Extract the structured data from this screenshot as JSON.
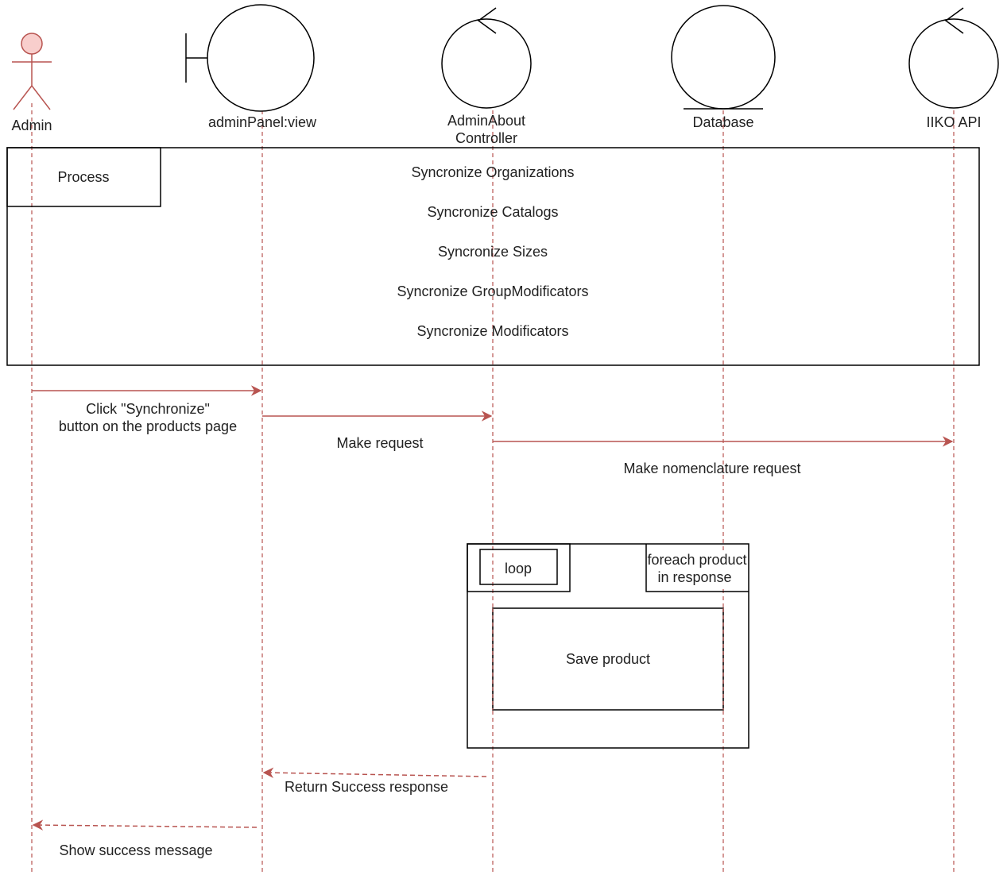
{
  "colors": {
    "lifeline": "#b85450",
    "message": "#b85450",
    "actor_fill": "#f8cecc",
    "actor_stroke": "#b85450",
    "stroke": "#000000",
    "text": "#222222"
  },
  "participants": {
    "admin": {
      "label": "Admin",
      "shape": "actor-icon"
    },
    "admin_panel": {
      "label": "adminPanel:view",
      "shape": "boundary-icon"
    },
    "controller": {
      "label_line1": "AdminAbout",
      "label_line2": "Controller",
      "shape": "control-icon"
    },
    "database": {
      "label": "Database",
      "shape": "entity-icon"
    },
    "iiko_api": {
      "label": "IIKO API",
      "shape": "control-icon"
    }
  },
  "process_frame": {
    "label": "Process",
    "steps": [
      "Syncronize Organizations",
      "Syncronize Catalogs",
      "Syncronize Sizes",
      "Syncronize GroupModificators",
      "Syncronize Modificators"
    ]
  },
  "messages": {
    "click_sync": {
      "line1": "Click \"Synchronize\"",
      "line2": "button on the products page",
      "kind": "sync"
    },
    "make_request": {
      "label": "Make request",
      "kind": "sync"
    },
    "nomenclature": {
      "label": "Make nomenclature request",
      "kind": "sync"
    },
    "return_success": {
      "label": "Return Success response",
      "kind": "return"
    },
    "show_success": {
      "label": "Show success message",
      "kind": "return"
    }
  },
  "loop_frame": {
    "label": "loop",
    "guard_line1": "foreach product",
    "guard_line2": "in response",
    "body": "Save product"
  }
}
